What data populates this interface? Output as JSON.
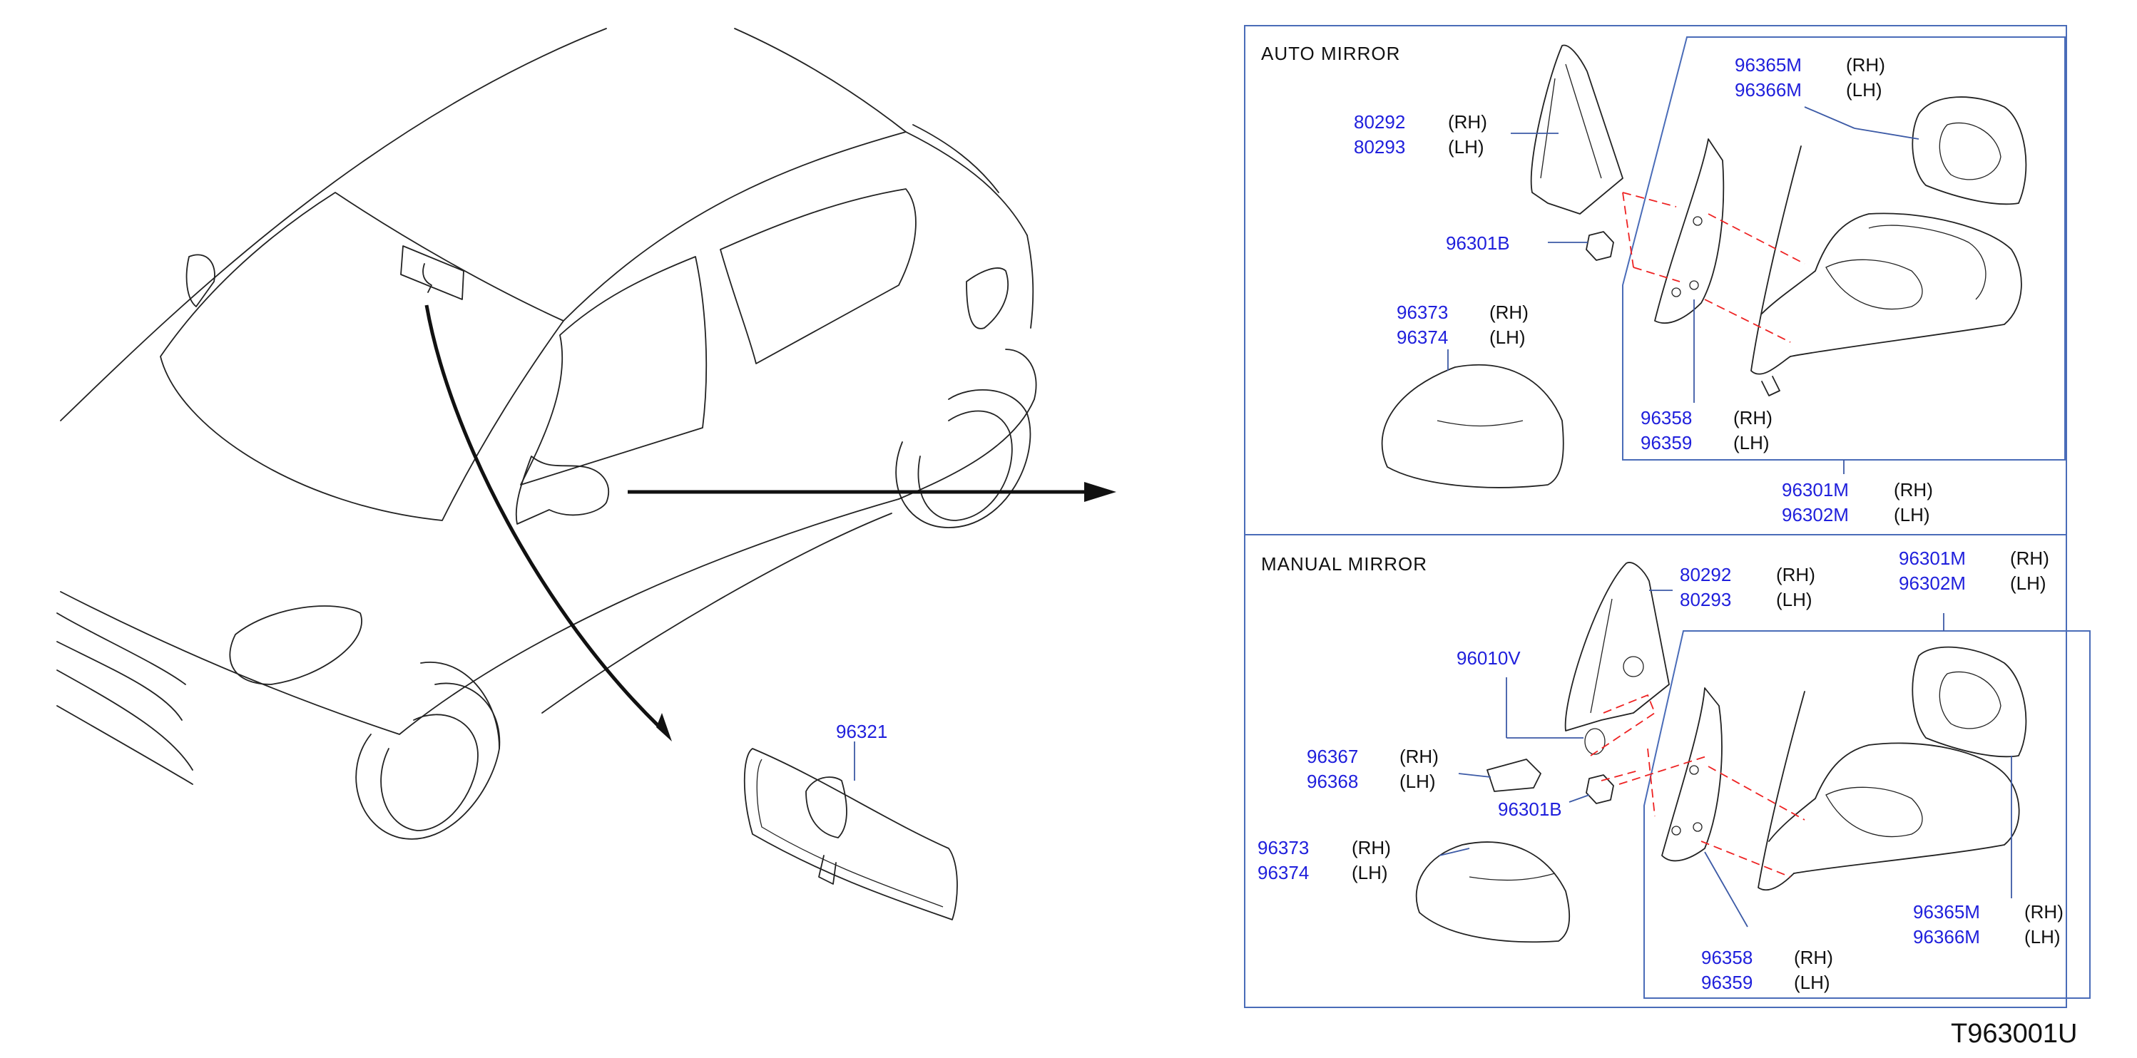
{
  "diagram_code": "T963001U",
  "sections": {
    "auto": {
      "title": "AUTO   MIRROR"
    },
    "manual": {
      "title": "MANUAL   MIRROR"
    }
  },
  "inside_mirror": {
    "part": "96321"
  },
  "auto_parts": {
    "p80292": "80292",
    "p80293": "80293",
    "p96365M": "96365M",
    "p96366M": "96366M",
    "p96301B": "96301B",
    "p96373": "96373",
    "p96374": "96374",
    "p96358": "96358",
    "p96359": "96359",
    "p96301M": "96301M",
    "p96302M": "96302M"
  },
  "manual_parts": {
    "p80292": "80292",
    "p80293": "80293",
    "p96301M": "96301M",
    "p96302M": "96302M",
    "p96010V": "96010V",
    "p96367": "96367",
    "p96368": "96368",
    "p96301B": "96301B",
    "p96373": "96373",
    "p96374": "96374",
    "p96365M": "96365M",
    "p96366M": "96366M",
    "p96358": "96358",
    "p96359": "96359"
  },
  "sides": {
    "rh": "(RH)",
    "lh": "(LH)"
  }
}
